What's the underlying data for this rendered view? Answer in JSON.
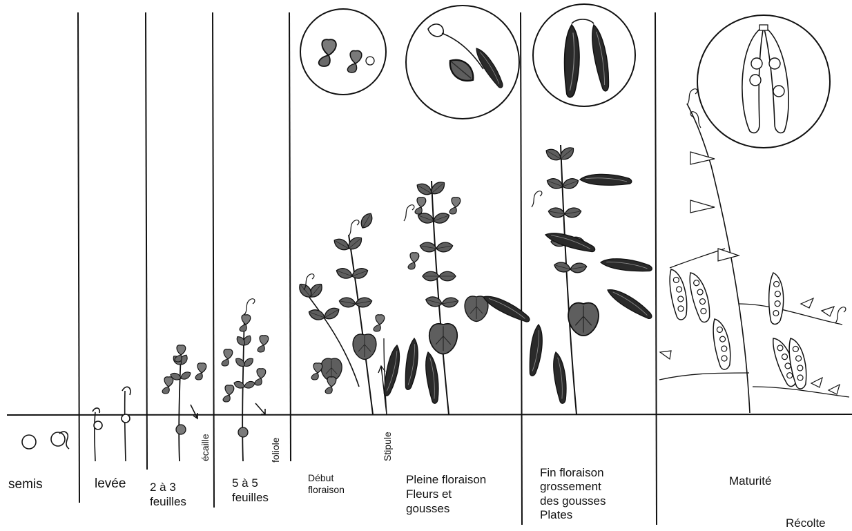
{
  "stages": [
    {
      "name": "semis",
      "label_lines": [
        "semis"
      ]
    },
    {
      "name": "levee",
      "label_lines": [
        "levée"
      ]
    },
    {
      "name": "2a3",
      "label_lines": [
        "2 à 3",
        "feuilles"
      ]
    },
    {
      "name": "5a5",
      "label_lines": [
        "5 à 5",
        "feuilles"
      ]
    },
    {
      "name": "debut",
      "label_lines": [
        "Début",
        "floraison"
      ]
    },
    {
      "name": "pleine",
      "label_lines": [
        "Pleine floraison",
        "Fleurs et",
        "gousses"
      ]
    },
    {
      "name": "fin",
      "label_lines": [
        "Fin floraison",
        "grossement",
        "des gousses",
        "Plates"
      ]
    },
    {
      "name": "maturite",
      "label_lines": [
        "Maturité"
      ]
    }
  ],
  "annotations": {
    "ecaille": "écaille",
    "foliole": "foliole",
    "stipule": "Stipule",
    "recolte": "Récolte"
  },
  "colors": {
    "ink": "#111111",
    "leaf_fill": "#5e5e5e",
    "leaf_light": "#8a8a8a",
    "pod_fill": "#2a2a2a",
    "background": "#ffffff"
  }
}
